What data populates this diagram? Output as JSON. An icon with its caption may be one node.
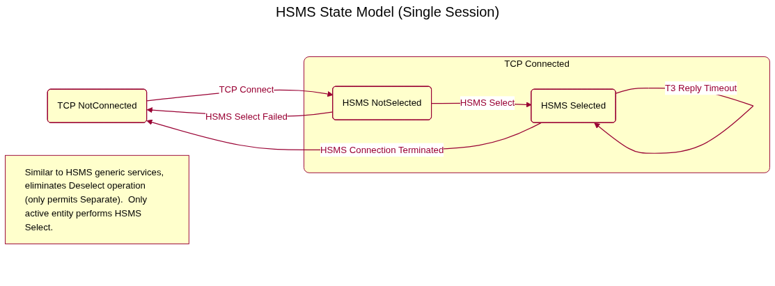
{
  "diagram": {
    "title": "HSMS State Model (Single Session)",
    "nodes": [
      {
        "text": [
          "TCP NotConnected"
        ]
      },
      {
        "text": [
          "TCP Connected"
        ]
      },
      {
        "text": [
          "HSMS NotSelected"
        ],
        "in": 1
      },
      {
        "text": [
          "HSMS Selected"
        ],
        "in": 1
      },
      {
        "text": [
          "Similar to HSMS generic services, eliminates Deselect operation (only permits Separate).  Only active entity performs HSMS Select."
        ]
      }
    ],
    "edges": [
      {
        "from": 0,
        "to": 2,
        "arrow": "to",
        "label": "TCP Connect"
      },
      {
        "from": 2,
        "to": 3,
        "arrow": "to",
        "label": "HSMS Select"
      },
      {
        "from": 3,
        "to": 3,
        "arrow": "to",
        "label": "T3 Reply Timeout"
      },
      {
        "from": 2,
        "to": 0,
        "arrow": "to",
        "label": "HSMS Select Failed"
      },
      {
        "from": 3,
        "to": 0,
        "arrow": "to",
        "label": "HSMS Connection Terminated"
      }
    ]
  }
}
